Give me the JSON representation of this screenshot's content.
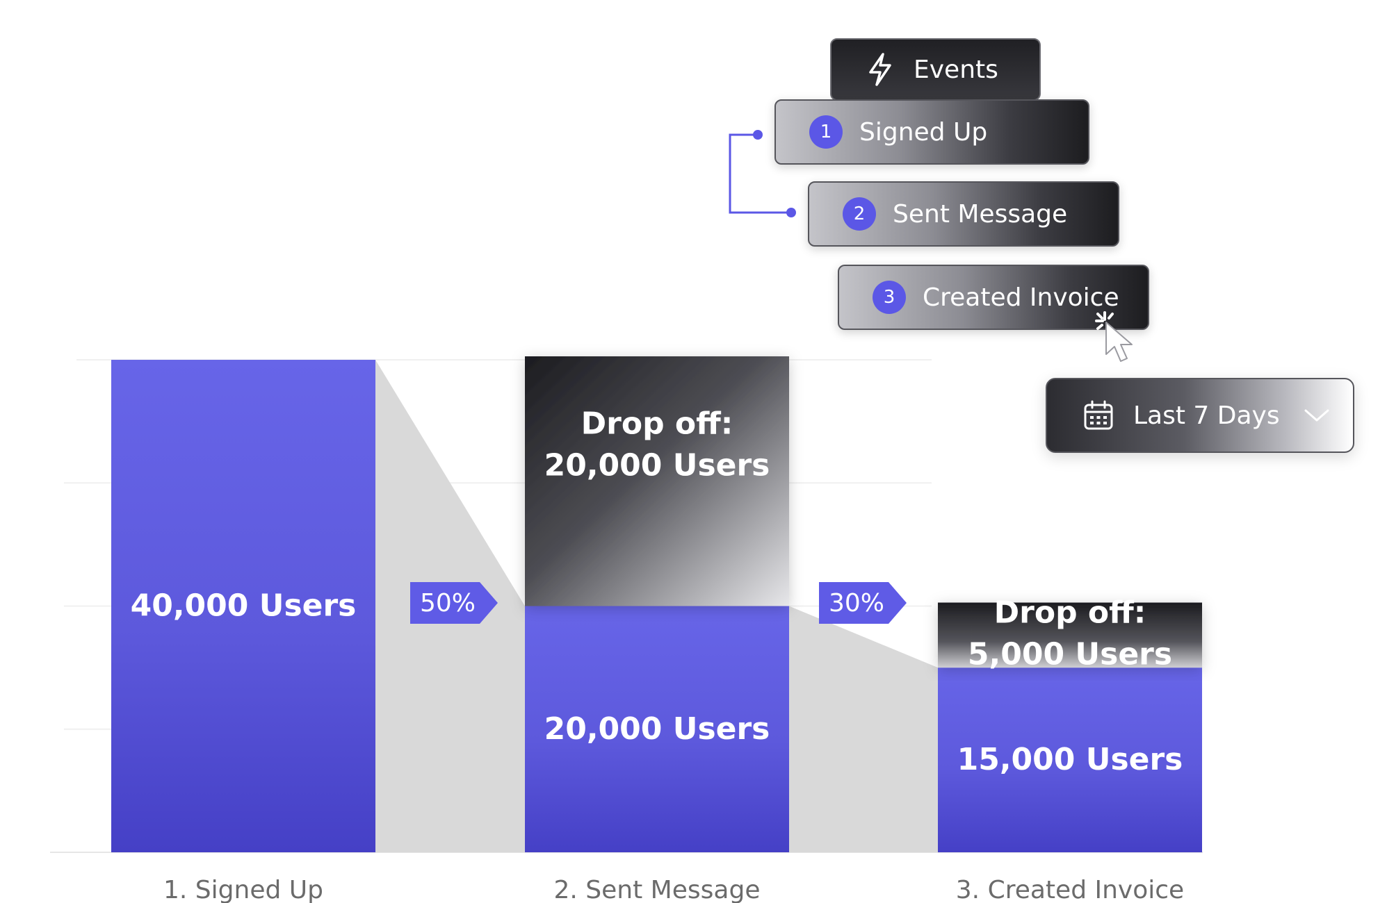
{
  "events_panel": {
    "title": "Events",
    "steps": [
      {
        "num": "1",
        "label": "Signed Up"
      },
      {
        "num": "2",
        "label": "Sent Message"
      },
      {
        "num": "3",
        "label": "Created Invoice"
      }
    ]
  },
  "date_filter": {
    "label": "Last 7 Days"
  },
  "colors": {
    "bar": "#6561e6",
    "bar_dark": "#4742c8",
    "connector": "#d9d9d9",
    "dropoff_dark": "#1e1e22",
    "badge": "#5f5be6",
    "axis_label": "#6b6b6b"
  },
  "chart_data": {
    "type": "bar",
    "categories": [
      "1. Signed Up",
      "2. Sent Message",
      "3. Created Invoice"
    ],
    "values": [
      40000,
      20000,
      15000
    ],
    "bar_labels": [
      "40,000 Users",
      "20,000 Users",
      "15,000 Users"
    ],
    "dropoff": [
      null,
      {
        "line1": "Drop off:",
        "line2": "20,000 Users",
        "value": 20000
      },
      {
        "line1": "Drop off:",
        "line2": "5,000 Users",
        "value": 5000
      }
    ],
    "conversion": [
      "50%",
      "30%"
    ],
    "ylim": [
      0,
      40000
    ],
    "grid": true
  }
}
